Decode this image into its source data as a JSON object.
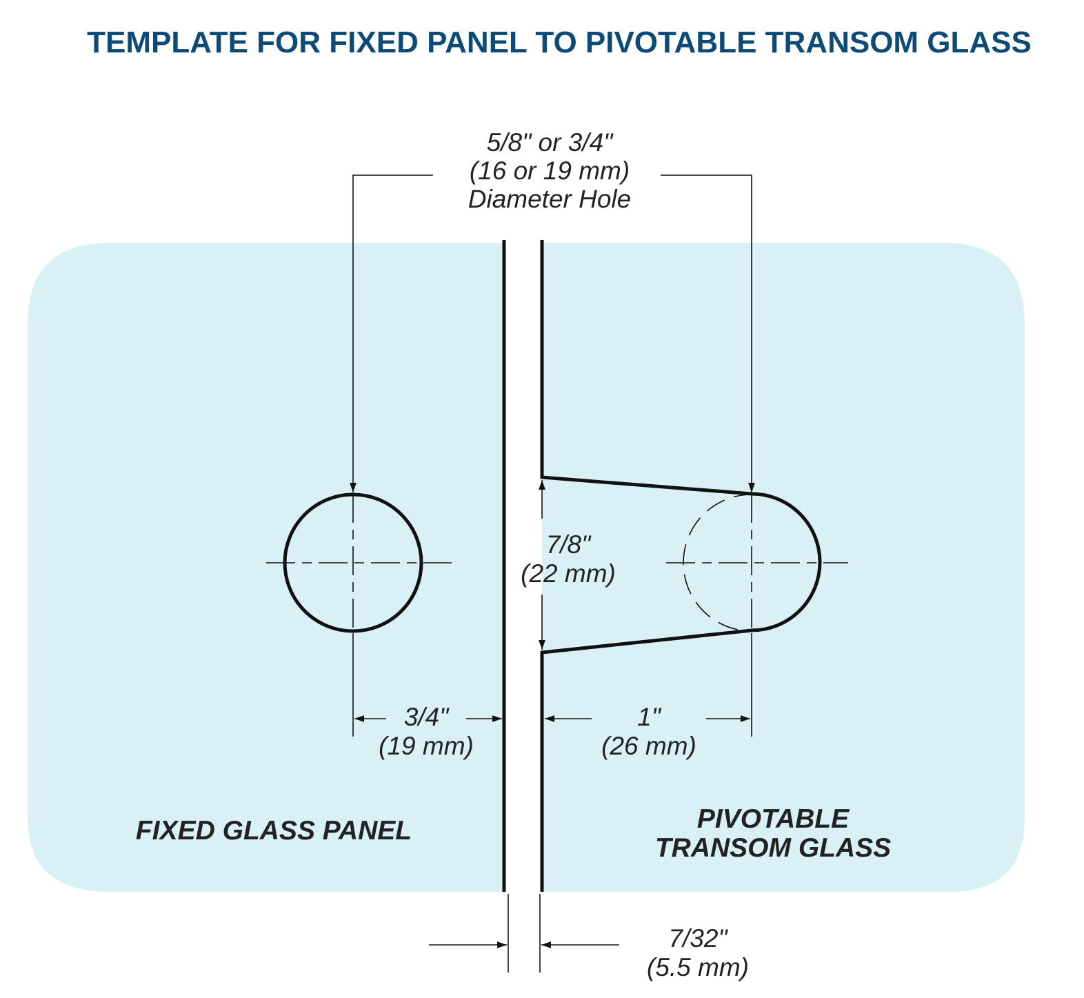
{
  "title": "TEMPLATE FOR FIXED PANEL TO  PIVOTABLE TRANSOM GLASS",
  "colors": {
    "title": "#0d4a78",
    "glass": "#daf0f7",
    "line": "#111111",
    "text": "#222222"
  },
  "hole_note": {
    "line1": "5/8\" or 3/4\"",
    "line2": "(16 or 19 mm)",
    "line3": "Diameter Hole"
  },
  "dimensions": {
    "slot_height": {
      "imperial": "7/8\"",
      "metric": "(22 mm)"
    },
    "fixed_hole_offset": {
      "imperial": "3/4\"",
      "metric": "(19 mm)"
    },
    "transom_hole_offset": {
      "imperial": "1\"",
      "metric": "(26 mm)"
    },
    "gap": {
      "imperial": "7/32\"",
      "metric": "(5.5 mm)"
    }
  },
  "labels": {
    "fixed_panel": "FIXED GLASS PANEL",
    "transom_line1": "PIVOTABLE",
    "transom_line2": "TRANSOM GLASS"
  }
}
